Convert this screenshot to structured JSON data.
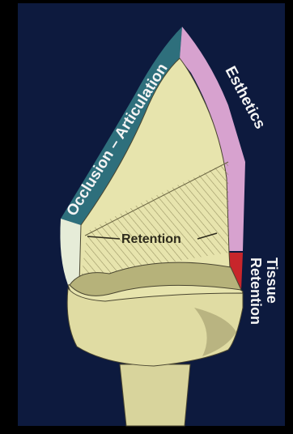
{
  "diagram": {
    "labels": {
      "occlusion_articulation": "Occlusion – Articulation",
      "esthetics": "Esthetics",
      "retention": "Retention",
      "tissue": "Tissue",
      "tissue_retention": "Retention"
    },
    "colors": {
      "background": "#0d1a3e",
      "frame": "#000000",
      "tooth_body": "#e7e4ad",
      "tooth_shadow": "#c9c58a",
      "occlusion_band": "#2e6f7c",
      "esthetics_band": "#d7a2cf",
      "tissue_band": "#c8262b",
      "incisal_tip": "#e6ecd8",
      "hatch": "#8c8657",
      "outline": "#4a4630"
    }
  }
}
